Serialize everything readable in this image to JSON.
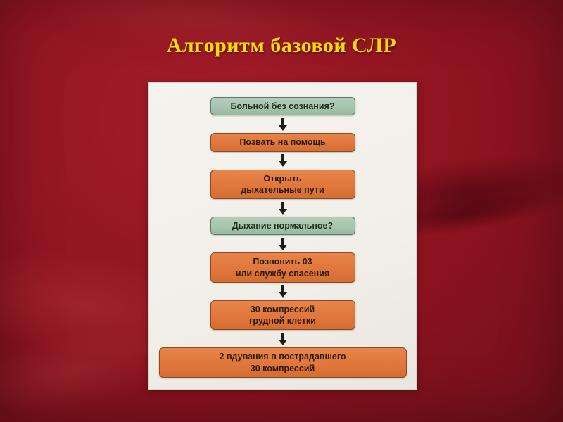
{
  "slide": {
    "title": "Алгоритм базовой СЛР"
  },
  "flowchart": {
    "steps": [
      {
        "label": "Больной без сознания?",
        "type": "question"
      },
      {
        "label": "Позвать на помощь",
        "type": "action"
      },
      {
        "label": "Открыть\nдыхательные пути",
        "type": "action"
      },
      {
        "label": "Дыхание нормальное?",
        "type": "question"
      },
      {
        "label": "Позвонить 03\nили службу спасения",
        "type": "action"
      },
      {
        "label": "30 компрессий\nгрудной клетки",
        "type": "action"
      },
      {
        "label": "2 вдувания в пострадавшего\n30 компрессий",
        "type": "action"
      }
    ]
  },
  "colors": {
    "background_red": "#8d1320",
    "background_red_light": "#a31c29",
    "title_yellow": "#ffdd00",
    "panel_bg": "#f2efe9",
    "question_bg": "#a7c5af",
    "question_border": "#5e7a66",
    "action_bg": "#e0773c",
    "action_border": "#8a4a22",
    "box_text": "#2e1b0c",
    "arrow": "#1c1c1c"
  }
}
